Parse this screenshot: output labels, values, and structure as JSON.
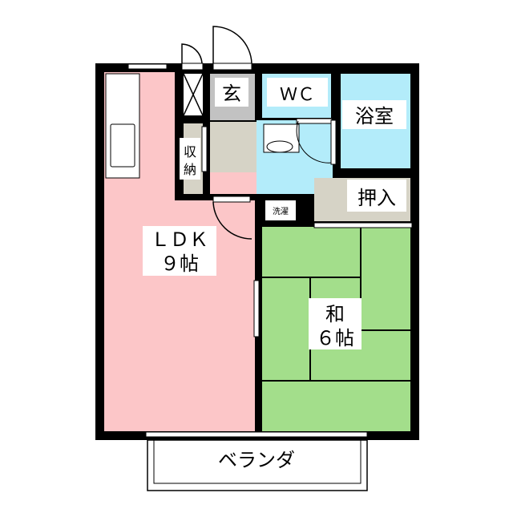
{
  "rooms": {
    "genkan": "玄",
    "wc": "ＷＣ",
    "bath": "浴室",
    "storage_1": "収",
    "storage_2": "納",
    "laundry": "洗濯",
    "oshiire": "押入",
    "ldk_name": "ＬＤＫ",
    "ldk_size": "９帖",
    "washitsu_name": "和",
    "washitsu_size": "６帖",
    "veranda": "ベランダ"
  },
  "colors": {
    "ldk": "#fcc6c8",
    "water": "#b3ecfa",
    "washitsu": "#a3de8b",
    "storage": "#d6d3c6",
    "genkan": "#c2c2c2",
    "wall": "#000000"
  }
}
